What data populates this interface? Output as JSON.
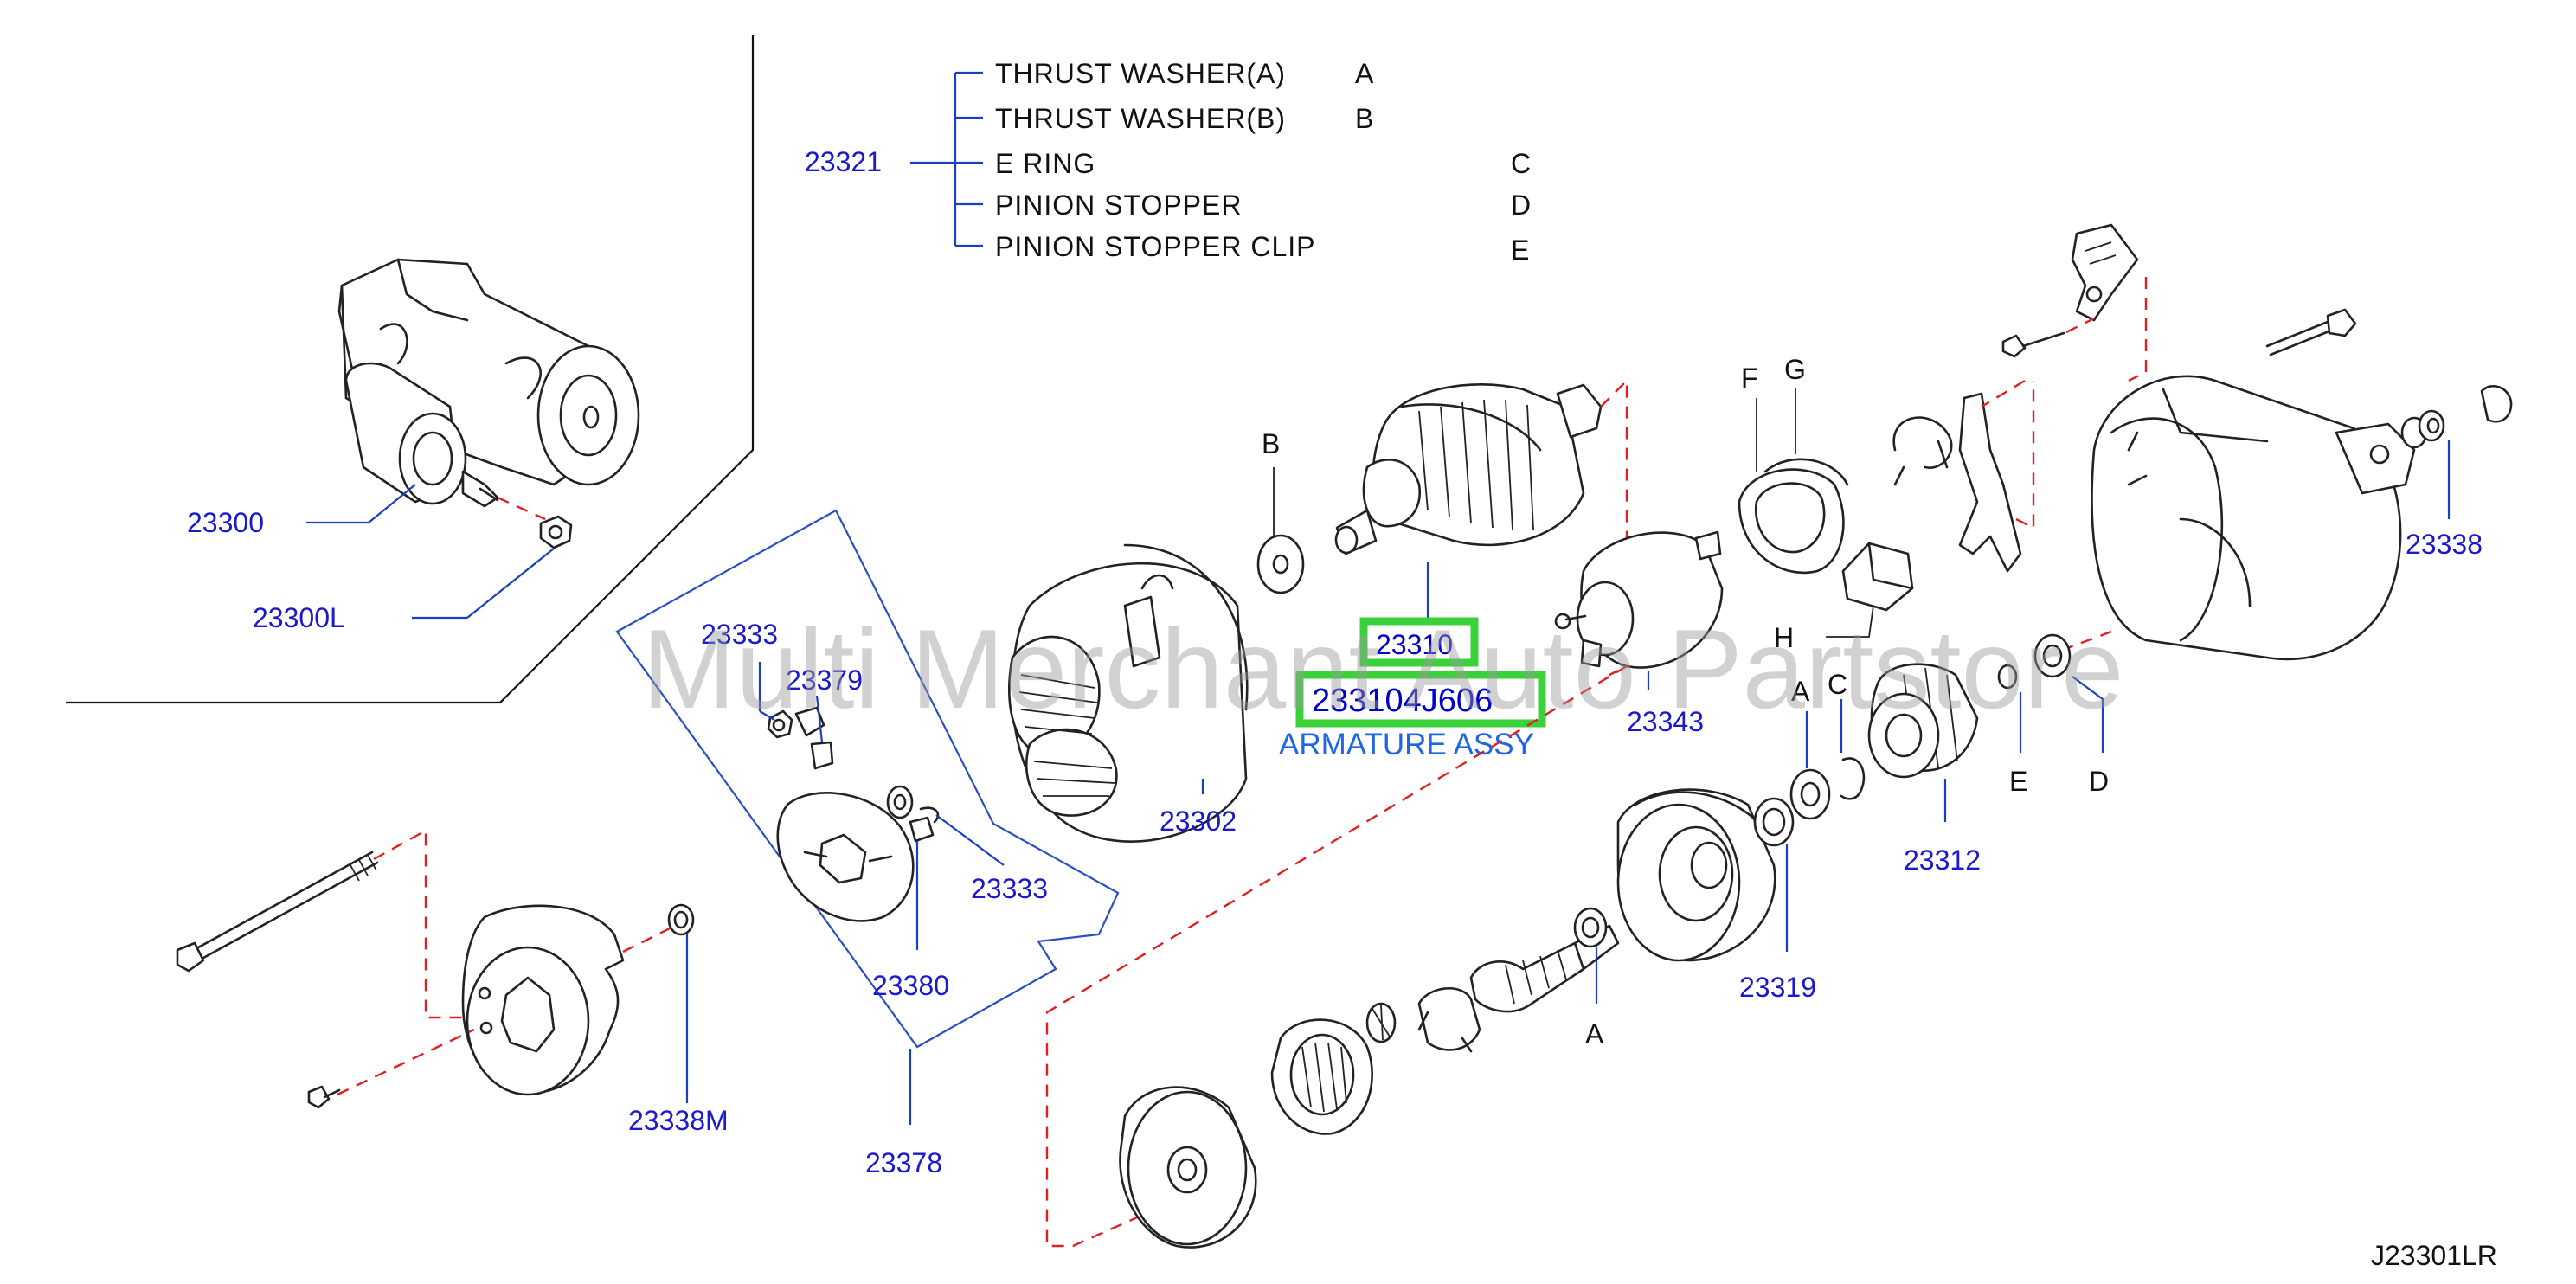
{
  "kit_legend": {
    "kit_number": "23321",
    "items": [
      {
        "name": "THRUST   WASHER(A)",
        "key": "A"
      },
      {
        "name": "THRUST   WASHER(B)",
        "key": "B"
      },
      {
        "name": "E   RING",
        "key": "C"
      },
      {
        "name": "PINION   STOPPER",
        "key": "D"
      },
      {
        "name": "PINION   STOPPER   CLIP",
        "key": "E"
      }
    ]
  },
  "callouts": {
    "p23300": "23300",
    "p23300L": "23300L",
    "p23333a": "23333",
    "p23379": "23379",
    "p23333b": "23333",
    "p23380": "23380",
    "p23378": "23378",
    "p23338M": "23338M",
    "p23302": "23302",
    "p23310": "23310",
    "p23343": "23343",
    "p23312": "23312",
    "p23319": "23319",
    "p23338": "23338"
  },
  "key_letters": {
    "B": "B",
    "F": "F",
    "G": "G",
    "H": "H",
    "A_upper": "A",
    "C": "C",
    "E": "E",
    "D": "D",
    "A_lower": "A"
  },
  "highlight": {
    "part_number": "233104J606",
    "description": "ARMATURE ASSY"
  },
  "watermark": "Multi Merchant Auto Partstore",
  "diagram_code": "J23301LR",
  "colors": {
    "callout_blue": "#1a1acc",
    "highlight_green": "#3bd13b",
    "description_blue": "#1e66e6",
    "dashed_red": "#e02020"
  }
}
